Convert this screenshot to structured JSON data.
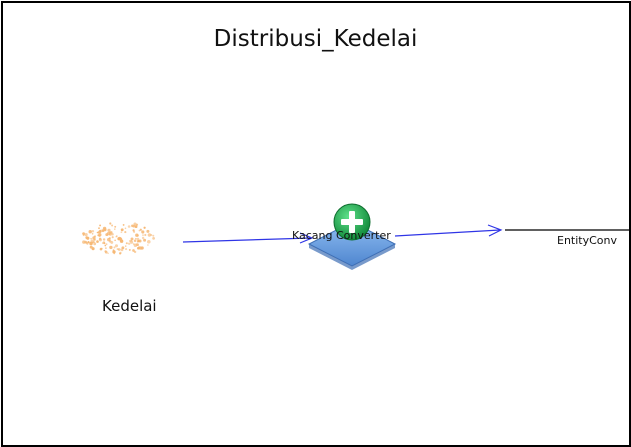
{
  "diagram": {
    "title": "Distribusi_Kedelai",
    "source_label": "Kedelai",
    "converter_label": "Kacang Converter",
    "entity_label": "EntityConv",
    "colors": {
      "arrow": "#2f35e6",
      "cloud": "#f6b773",
      "converter_fill": "#6aa3e3",
      "plus_fill": "#1fa64a"
    },
    "icons": [
      "particle-cloud-icon",
      "converter-diamond-icon",
      "plus-badge-icon"
    ]
  }
}
